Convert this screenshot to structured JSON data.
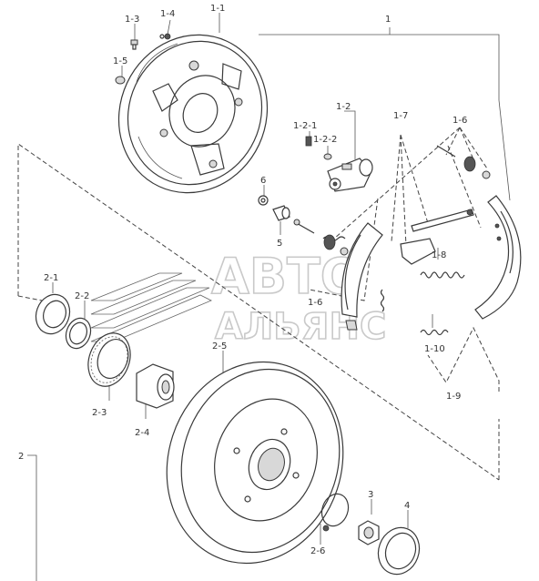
{
  "labels": {
    "l1": "1",
    "l1_1": "1-1",
    "l1_2": "1-2",
    "l1_2_1": "1-2-1",
    "l1_2_2": "1-2-2",
    "l1_3": "1-3",
    "l1_4": "1-4",
    "l1_5": "1-5",
    "l1_6a": "1-6",
    "l1_6b": "1-6",
    "l1_7": "1-7",
    "l1_8": "1-8",
    "l1_9": "1-9",
    "l1_10": "1-10",
    "l2": "2",
    "l2_1": "2-1",
    "l2_2": "2-2",
    "l2_3": "2-3",
    "l2_4": "2-4",
    "l2_5": "2-5",
    "l2_6": "2-6",
    "l3": "3",
    "l4": "4",
    "l5": "5",
    "l6": "6"
  },
  "watermark": {
    "line1": "АВТО",
    "line2": "АЛЬЯНС"
  }
}
